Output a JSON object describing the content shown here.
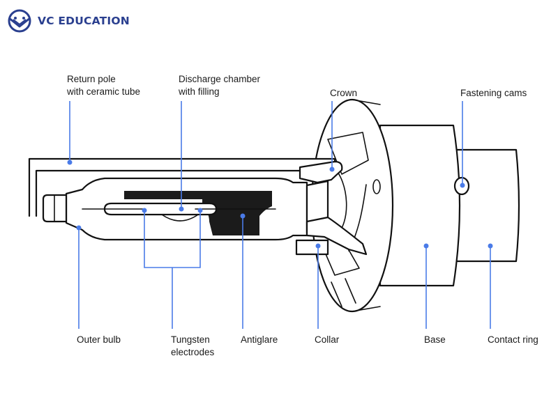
{
  "brand": {
    "name": "VC EDUCATION",
    "accent": "#2a3f8f"
  },
  "diagram": {
    "leader_color": "#4a7be8",
    "labels": {
      "return_pole": [
        "Return pole",
        "with ceramic tube"
      ],
      "discharge_chamber": [
        "Discharge chamber",
        "with filling"
      ],
      "crown": [
        "Crown"
      ],
      "fastening_cams": [
        "Fastening cams"
      ],
      "outer_bulb": [
        "Outer bulb"
      ],
      "tungsten_electrodes": [
        "Tungsten",
        "electrodes"
      ],
      "antiglare": [
        "Antiglare"
      ],
      "collar": [
        "Collar"
      ],
      "base": [
        "Base"
      ],
      "contact_ring": [
        "Contact ring"
      ]
    }
  }
}
